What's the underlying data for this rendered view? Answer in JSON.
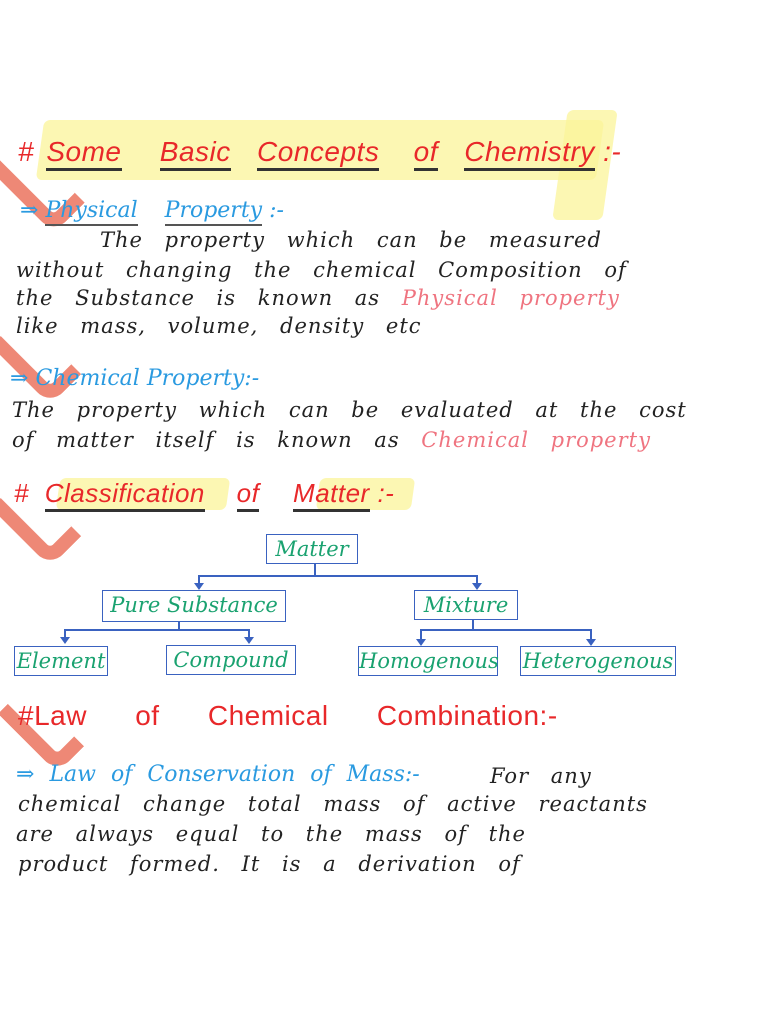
{
  "section1": {
    "hash": "#",
    "words": [
      "Some",
      "Basic",
      "Concepts",
      "of",
      "Chemistry"
    ],
    "suffix": ":-"
  },
  "physical": {
    "arrow": "⇒",
    "title_words": [
      "Physical",
      "Property"
    ],
    "suffix": ":-",
    "lines": [
      "The property which can be measured",
      "without changing the chemical Composition of",
      "the Substance is known as",
      "like mass, volume, density etc"
    ],
    "term": "Physical property"
  },
  "chemical": {
    "arrow": "⇒",
    "title": "Chemical Property",
    "suffix": ":-",
    "lines": [
      "The property which can be evaluated at the cost",
      "of matter itself is known as"
    ],
    "term": "Chemical property"
  },
  "section2": {
    "hash": "#",
    "words": [
      "Classification",
      "of",
      "Matter"
    ],
    "suffix": ":-"
  },
  "diagram": {
    "root": "Matter",
    "level1": [
      "Pure Substance",
      "Mixture"
    ],
    "level2": [
      "Element",
      "Compound",
      "Homogenous",
      "Heterogenous"
    ]
  },
  "section3": {
    "hash": "#",
    "title": "Law of Chemical Combination",
    "suffix": ":-"
  },
  "conservation": {
    "arrow": "⇒",
    "title": "Law of Conservation of Mass",
    "suffix": ":-",
    "lines": [
      "For any",
      "chemical change total mass of active reactants",
      "are always equal to the mass of the",
      "product formed. It is a derivation of"
    ]
  },
  "colors": {
    "heading": "#e8282a",
    "subheading": "#2a9ae0",
    "body": "#222222",
    "term": "#ef7480",
    "diagram_text": "#1aa270",
    "diagram_line": "#3a62c0",
    "highlight": "#fbf49a",
    "checkmark": "#e86048"
  }
}
